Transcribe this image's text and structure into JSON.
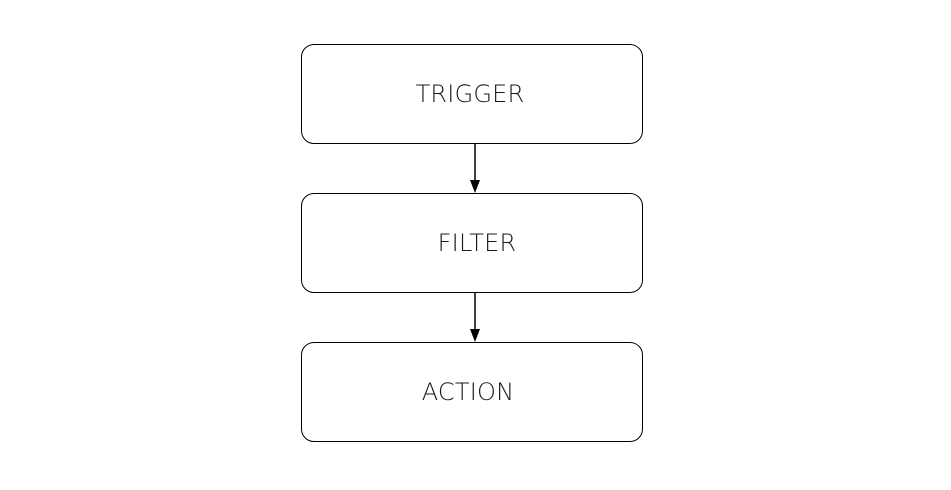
{
  "diagram": {
    "nodes": [
      {
        "id": "trigger",
        "label": "TRIGGER"
      },
      {
        "id": "filter",
        "label": "FILTER"
      },
      {
        "id": "action",
        "label": "ACTION"
      }
    ],
    "edges": [
      {
        "from": "trigger",
        "to": "filter"
      },
      {
        "from": "filter",
        "to": "action"
      }
    ],
    "colors": {
      "stroke": "#000000",
      "text": "#1a1a1a",
      "background": "#ffffff"
    }
  }
}
